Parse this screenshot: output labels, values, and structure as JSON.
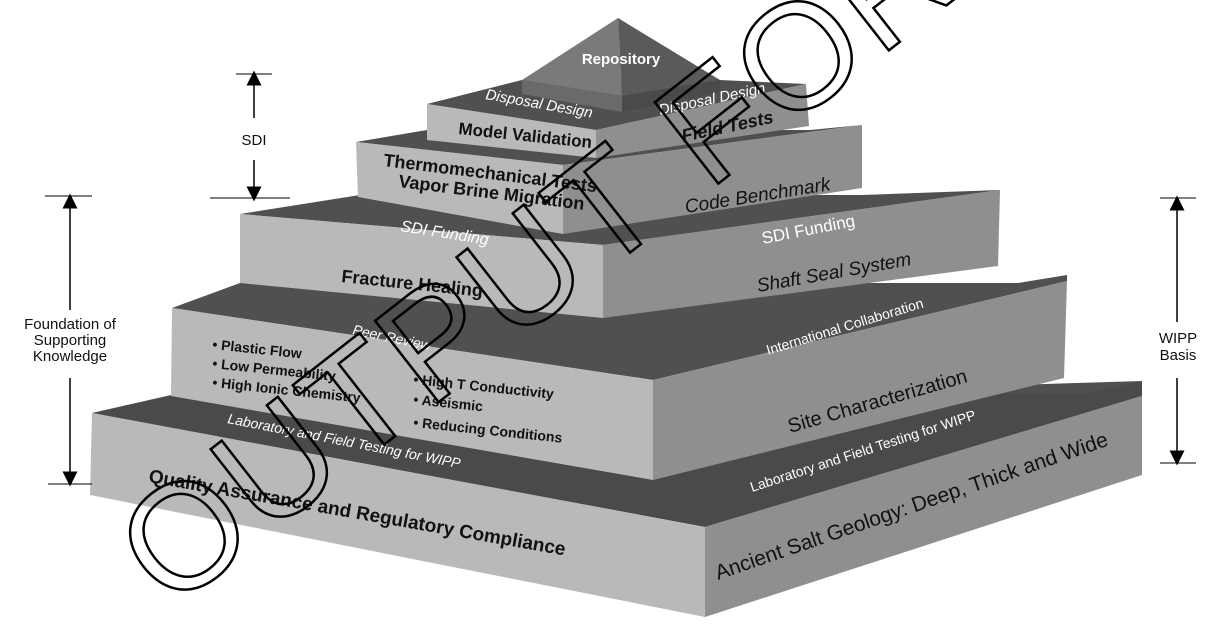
{
  "annotations": {
    "sdi": "SDI",
    "foundation": [
      "Foundation of",
      "Supporting",
      "Knowledge"
    ],
    "wipp": [
      "WIPP",
      "Basis"
    ]
  },
  "tiers": {
    "top": {
      "peak": "Repository",
      "top_left": "Disposal Design",
      "top_right": "Disposal Design",
      "front": "Model Validation",
      "side": "Field Tests"
    },
    "tier5": {
      "front_line1": "Thermomechanical Tests",
      "front_line2": "Vapor Brine Migration",
      "side": "Code Benchmark"
    },
    "tier4": {
      "top_left": "SDI Funding",
      "top_right": "SDI Funding",
      "front": "Fracture Healing",
      "side": "Shaft Seal System"
    },
    "tier3": {
      "top_left": "Peer Review",
      "top_right": "International Collaboration",
      "bullets_left": [
        "Plastic Flow",
        "Low Permeability",
        "High Ionic Chemistry"
      ],
      "bullets_right": [
        "High T Conductivity",
        "Aseismic",
        "Reducing Conditions"
      ],
      "side": "Site Characterization"
    },
    "base": {
      "top_left": "Laboratory and Field Testing for WIPP",
      "top_right": "Laboratory and Field Testing for WIPP",
      "front": "Quality Assurance and Regulatory Compliance",
      "side": "Ancient Salt Geology: Deep, Thick and Wide"
    }
  },
  "watermark": "OUTPUT FOR PCV DEV",
  "colors": {
    "front_face": "#b9b9b9",
    "side_face": "#8f8f8f",
    "top_face": "#505050",
    "text_dark": "#111111",
    "text_light": "#ffffff"
  }
}
